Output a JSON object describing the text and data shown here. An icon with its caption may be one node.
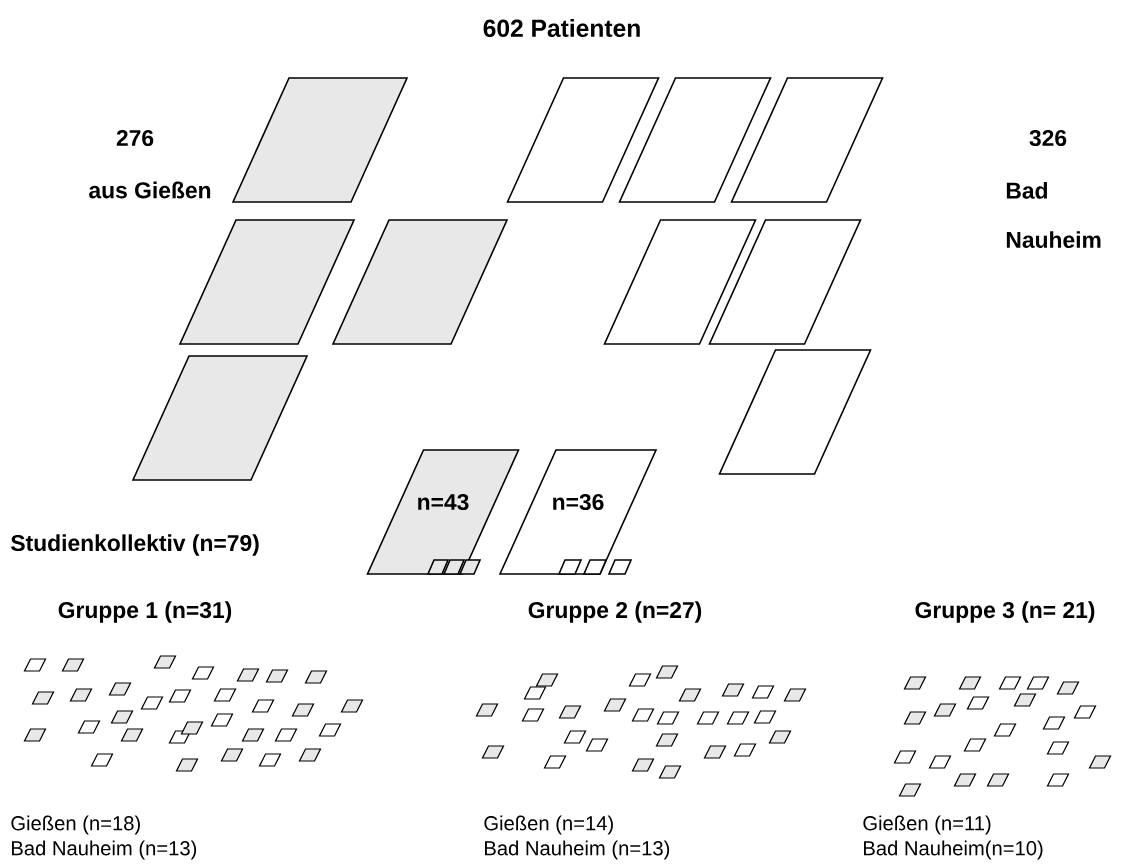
{
  "diagram": {
    "title": "602 Patienten",
    "nodes": [
      {
        "text": [],
        "shape": "parallelogram"
      },
      {
        "text": [],
        "shape": "parallelogram"
      },
      {
        "text": [],
        "shape": "parallelogram"
      },
      {
        "text": [],
        "shape": "parallelogram"
      },
      {
        "text": [],
        "shape": "parallelogram"
      },
      {
        "text": [],
        "shape": "parallelogram"
      },
      {
        "text": [],
        "shape": "parallelogram"
      },
      {
        "text": [],
        "shape": "parallelogram"
      },
      {
        "text": [],
        "shape": "parallelogram"
      },
      {
        "text": [],
        "shape": "parallelogram"
      },
      {
        "text": [
          "n=43"
        ]
      },
      {
        "text": [
          "n=36"
        ]
      }
    ],
    "labels": [
      "276",
      "aus Gießen",
      "326",
      "Bad Nauheim",
      "Studienkollektiv (n=79)",
      "Gruppe 1 (n=31)",
      "Gruppe 2 (n=27)",
      "Gruppe 3 (n= 21)",
      "Gießen (n=18)",
      "Bad Nauheim (n=13)",
      "Gießen (n=14)",
      "Bad Nauheim (n=13)",
      "Gießen (n=11)",
      "Bad Nauheim(n=10)"
    ]
  }
}
